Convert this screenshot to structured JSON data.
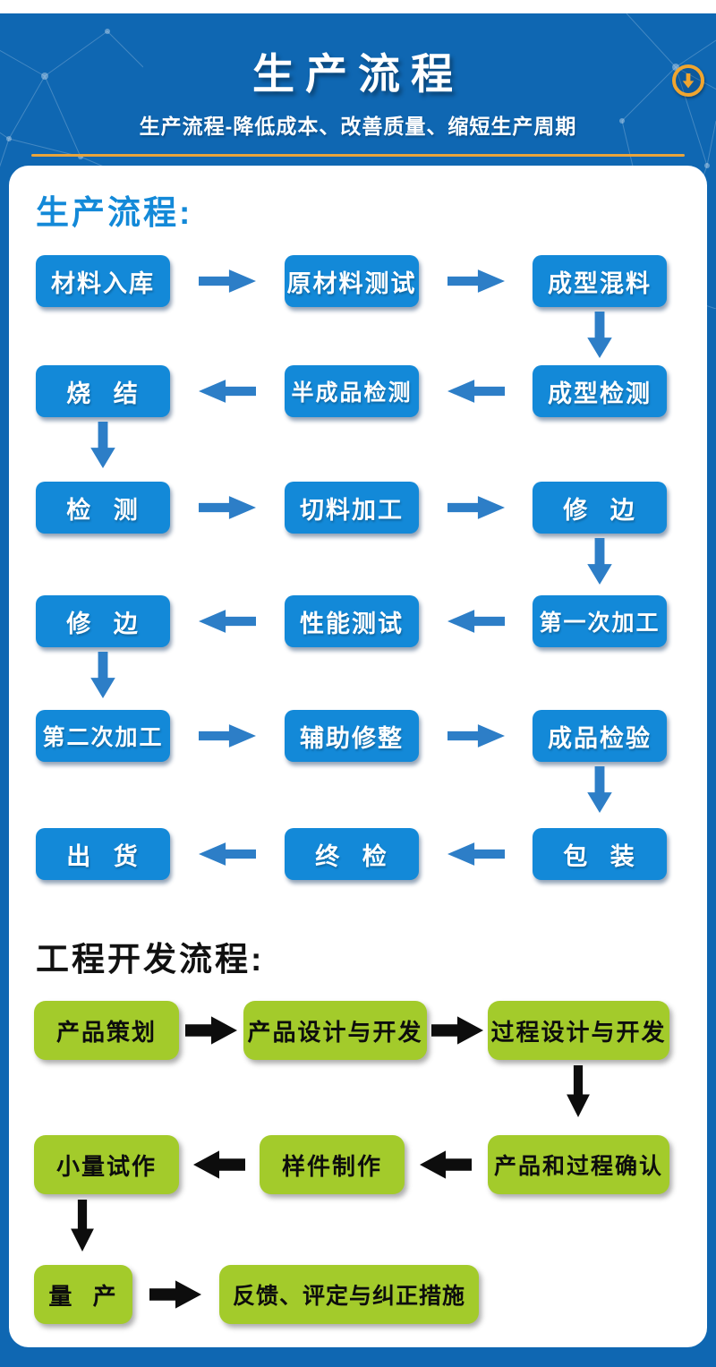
{
  "header": {
    "title": "生产流程",
    "subtitle": "生产流程-降低成本、改善质量、缩短生产周期",
    "icon": "circle-down-arrow-icon"
  },
  "production": {
    "heading": "生产流程:",
    "boxes": {
      "r1c1": "材料入库",
      "r1c2": "原材料测试",
      "r1c3": "成型混料",
      "r2c1": "烧 结",
      "r2c2": "半成品检测",
      "r2c3": "成型检测",
      "r3c1": "检 测",
      "r3c2": "切料加工",
      "r3c3": "修 边",
      "r4c1": "修 边",
      "r4c2": "性能测试",
      "r4c3": "第一次加工",
      "r5c1": "第二次加工",
      "r5c2": "辅助修整",
      "r5c3": "成品检验",
      "r6c1": "出 货",
      "r6c2": "终 检",
      "r6c3": "包 装"
    },
    "flow_order": [
      "材料入库",
      "原材料测试",
      "成型混料",
      "成型检测",
      "半成品检测",
      "烧结",
      "检测",
      "切料加工",
      "修边",
      "第一次加工",
      "性能测试",
      "修边",
      "第二次加工",
      "辅助修整",
      "成品检验",
      "包装",
      "终检",
      "出货"
    ]
  },
  "engineering": {
    "heading": "工程开发流程:",
    "boxes": {
      "r1c1": "产品策划",
      "r1c2": "产品设计与开发",
      "r1c3": "过程设计与开发",
      "r2c1": "小量试作",
      "r2c2": "样件制作",
      "r2c3": "产品和过程确认",
      "r3c1": "量 产",
      "r3c2": "反馈、评定与纠正措施"
    },
    "flow_order": [
      "产品策划",
      "产品设计与开发",
      "过程设计与开发",
      "产品和过程确认",
      "样件制作",
      "小量试作",
      "量产",
      "反馈、评定与纠正措施"
    ]
  },
  "colors": {
    "header_blue": "#0f67b2",
    "step_blue": "#1389d8",
    "arrow_blue": "#2d7ec7",
    "accent_gold": "#e9a43c",
    "step_green": "#a3cb2b",
    "arrow_black": "#0d0d0d",
    "card_white": "#ffffff"
  }
}
